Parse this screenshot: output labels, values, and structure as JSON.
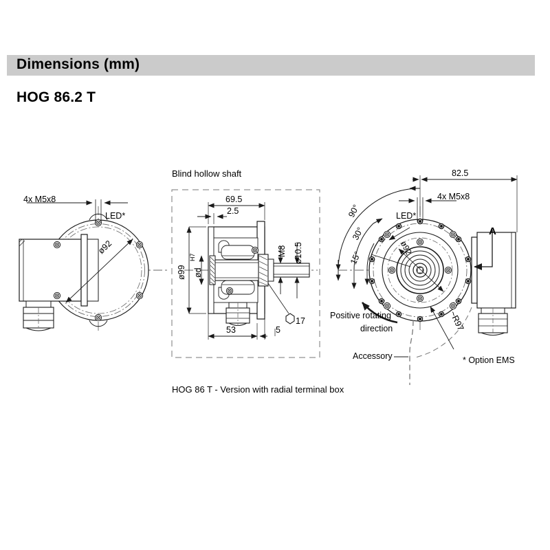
{
  "header": {
    "title": "Dimensions  (mm)",
    "model": "HOG 86.2 T",
    "bar_color": "#cbcbcb"
  },
  "drawing": {
    "caption": "HOG 86 T - Version with radial terminal box",
    "line_color": "#1a1a1a",
    "centerline_color": "#555555",
    "views": [
      {
        "id": "left-view",
        "name": "front-flange-view",
        "labels": [
          {
            "name": "screw-callout",
            "text": "4x M5x8"
          },
          {
            "name": "led-callout",
            "text": "LED*"
          },
          {
            "name": "bolt-circle-diameter",
            "text": "ø92"
          }
        ]
      },
      {
        "id": "middle-view",
        "name": "blind-hollow-shaft-section-view",
        "title": "Blind hollow shaft",
        "labels": [
          {
            "name": "overall-length",
            "text": "69.5"
          },
          {
            "name": "flange-thickness",
            "text": "2.5"
          },
          {
            "name": "housing-diameter",
            "text": "ø99"
          },
          {
            "name": "shaft-bore-diameter",
            "text": "ød"
          },
          {
            "name": "shaft-bore-tolerance",
            "text": "H7"
          },
          {
            "name": "thread-size",
            "text": "M8"
          },
          {
            "name": "washer-diameter",
            "text": "ø10.5"
          },
          {
            "name": "hex-size",
            "text": "17"
          },
          {
            "name": "body-length",
            "text": "53"
          },
          {
            "name": "shaft-end-length",
            "text": "5"
          }
        ]
      },
      {
        "id": "right-view",
        "name": "rear-terminal-box-view",
        "labels": [
          {
            "name": "terminal-box-offset",
            "text": "82.5"
          },
          {
            "name": "screw-callout",
            "text": "4x M5x8"
          },
          {
            "name": "led-callout",
            "text": "LED*"
          },
          {
            "name": "bolt-circle-diameter",
            "text": "ø92"
          },
          {
            "name": "angle-90",
            "text": "90°"
          },
          {
            "name": "angle-30",
            "text": "30°"
          },
          {
            "name": "angle-15",
            "text": "15°"
          },
          {
            "name": "section-arrow",
            "text": "A"
          },
          {
            "name": "bend-radius",
            "text": "~R97"
          },
          {
            "name": "rotating-direction-line1",
            "text": "Positive rotating"
          },
          {
            "name": "rotating-direction-line2",
            "text": "direction"
          },
          {
            "name": "accessory-callout",
            "text": "Accessory"
          },
          {
            "name": "option-footnote",
            "text": "* Option EMS"
          }
        ]
      }
    ]
  }
}
